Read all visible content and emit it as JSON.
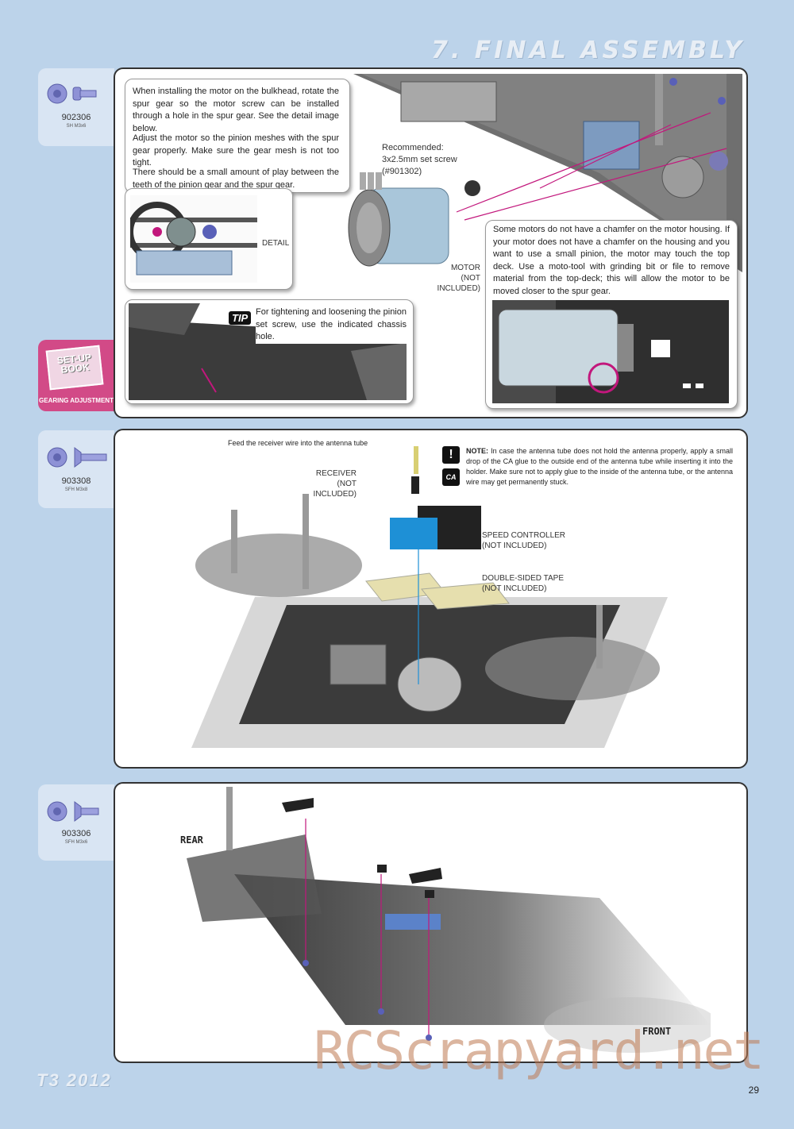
{
  "header": {
    "section_title": "7. FINAL ASSEMBLY"
  },
  "step1": {
    "part": {
      "code": "902306",
      "desc": "SH M3x6"
    },
    "intro": {
      "p1": "When installing the motor on the bulkhead, rotate the spur gear so the motor screw can be installed through a hole in the spur gear. See the detail image below.",
      "p2": "Adjust the motor so the pinion meshes with the spur gear properly. Make sure the gear mesh is not too tight.",
      "p3": "There should be a small amount of play between the teeth of the pinion gear and the spur gear."
    },
    "detail_label": "DETAIL",
    "recommended": {
      "line1": "Recommended:",
      "line2": "3x2.5mm set screw",
      "line3": "(#901302)"
    },
    "motor_label": {
      "line1": "MOTOR",
      "line2": "(NOT INCLUDED)"
    },
    "chamfer_note": "Some motors do not have a chamfer on the motor housing. If your motor does not have a chamfer on the housing and you want to use a small pinion, the motor may touch the top deck. Use a moto-tool with grinding bit or file to remove material from the top-deck; this will allow the motor to be moved closer to the spur gear.",
    "tip": {
      "badge": "TIP",
      "text": "For tightening and loosening the pinion set screw, use the indicated chassis hole."
    },
    "setup_book": {
      "line1": "SET-UP",
      "line2": "BOOK",
      "caption": "GEARING ADJUSTMENT"
    }
  },
  "step2": {
    "part": {
      "code": "903308",
      "desc": "SFH M3x8"
    },
    "feed_label": "Feed the receiver wire into the antenna tube",
    "receiver_label": {
      "line1": "RECEIVER",
      "line2": "(NOT INCLUDED)"
    },
    "speed_label": {
      "line1": "SPEED CONTROLLER",
      "line2": "(NOT INCLUDED)"
    },
    "tape_label": {
      "line1": "DOUBLE-SIDED TAPE",
      "line2": "(NOT INCLUDED)"
    },
    "note": {
      "badge": "!",
      "ca_badge": "CA",
      "title": "NOTE:",
      "text": "In case the antenna tube does not hold the antenna properly, apply a small drop of the CA glue to the outside end of the antenna tube while inserting it into the holder. Make sure not to apply glue to the inside of the antenna tube, or the antenna wire may get permanently stuck."
    }
  },
  "step3": {
    "part": {
      "code": "903306",
      "desc": "SFH M3x6"
    },
    "rear_label": "REAR",
    "front_label": "FRONT"
  },
  "footer": {
    "logo": "T3 2012",
    "page_number": "29",
    "watermark": "RCScrapyard.net"
  },
  "colors": {
    "background": "#bcd3ea",
    "accent_pink": "#c2177c",
    "chassis_dark": "#3b3b3b",
    "motor_blue": "#a9c6da"
  }
}
